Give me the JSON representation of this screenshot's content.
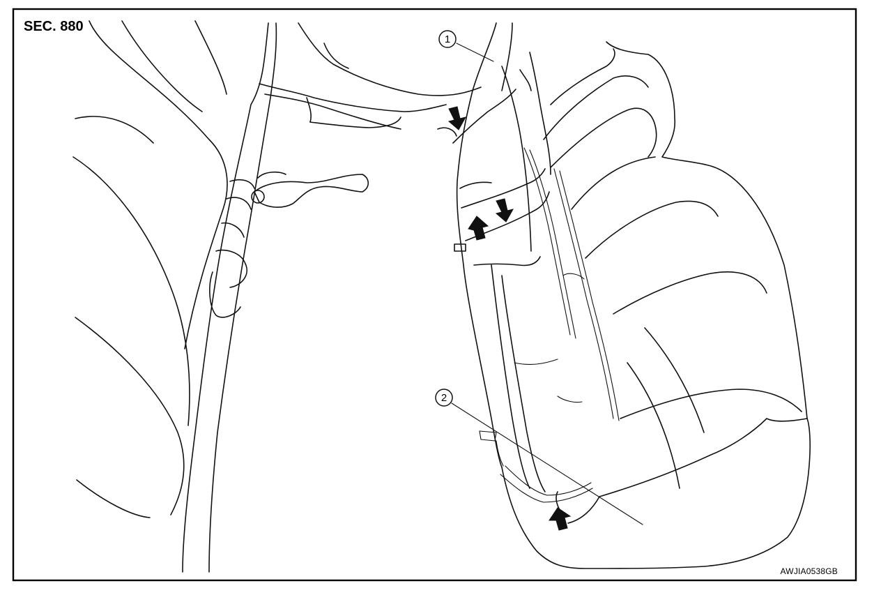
{
  "figure": {
    "section_label": "SEC. 880",
    "figure_code": "AWJIA0538GB",
    "callouts": [
      {
        "number": "1"
      },
      {
        "number": "2"
      }
    ],
    "colors": {
      "line": "#111111",
      "background": "#ffffff",
      "arrow": "#111111"
    },
    "arrow_icons": [
      "down-arrow-icon",
      "down-arrow-icon",
      "up-arrow-icon",
      "up-arrow-icon"
    ]
  }
}
